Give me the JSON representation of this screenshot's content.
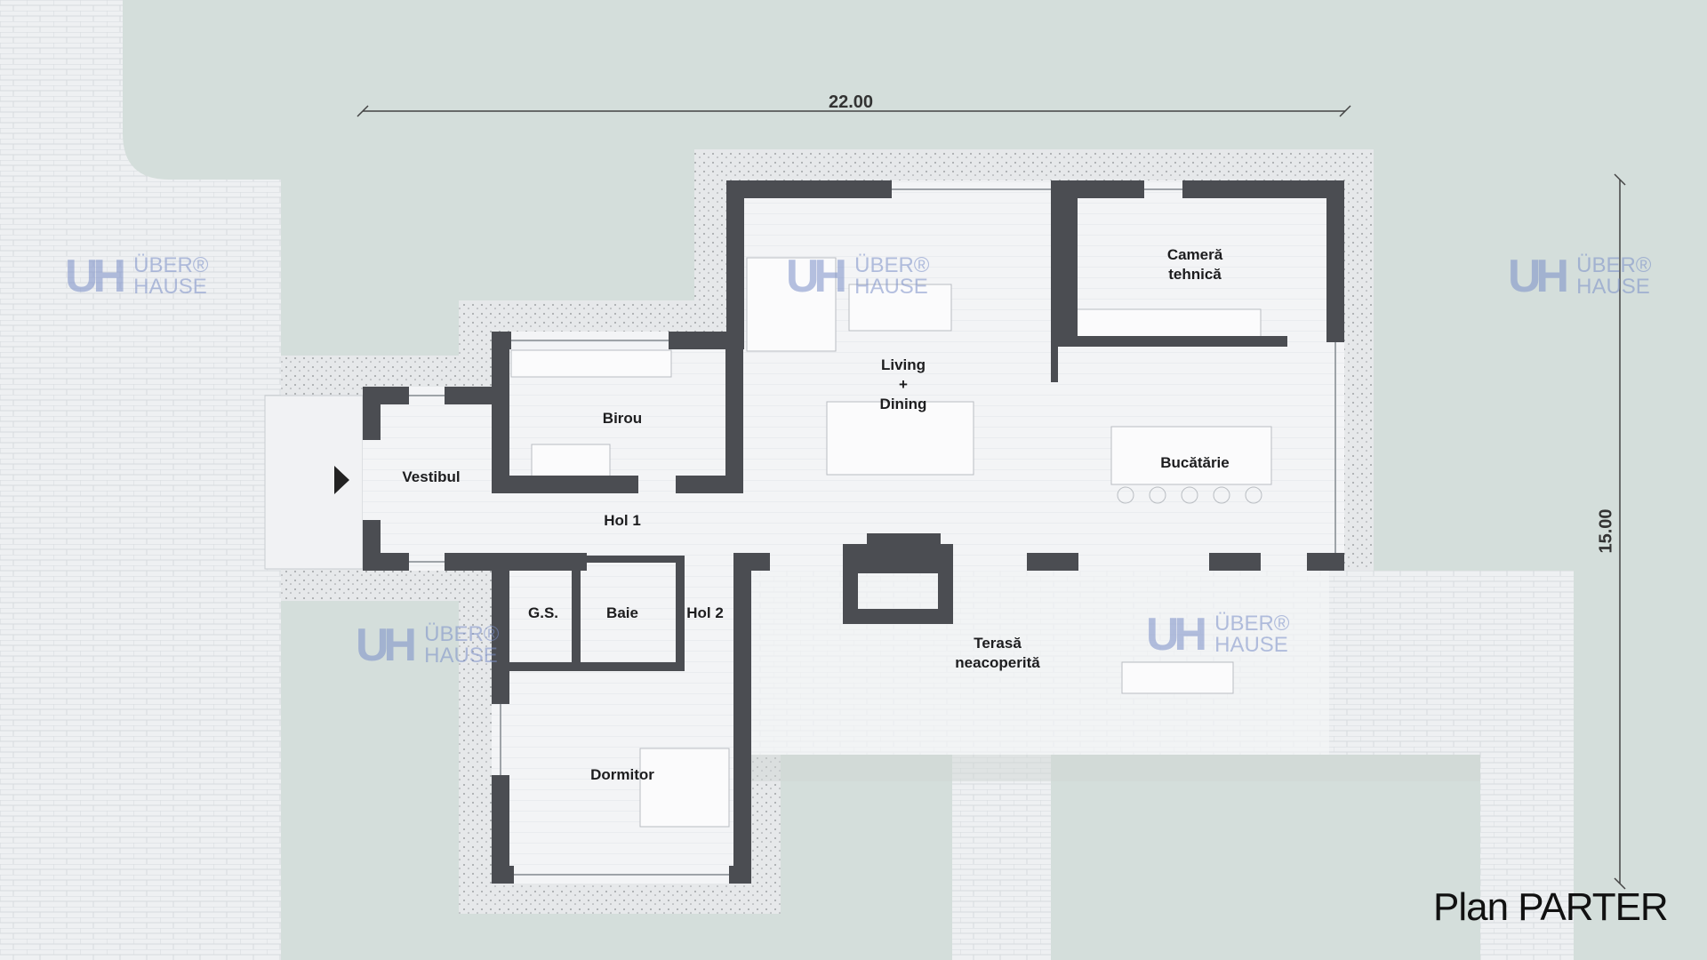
{
  "title": "Plan PARTER",
  "dimensions": {
    "width": "22.00",
    "depth": "15.00"
  },
  "rooms": {
    "vestibul": "Vestibul",
    "birou": "Birou",
    "hol1": "Hol 1",
    "living_line1": "Living",
    "living_plus": "+",
    "living_line2": "Dining",
    "camera_line1": "Cameră",
    "camera_line2": "tehnică",
    "bucatarie": "Bucătărie",
    "gs": "G.S.",
    "baie": "Baie",
    "hol2": "Hol 2",
    "terasa_line1": "Terasă",
    "terasa_line2": "neacoperită",
    "dormitor": "Dormitor"
  },
  "watermark": {
    "mark": "UH",
    "line1": "ÜBER®",
    "line2": "HAUSE"
  },
  "colors": {
    "grass": "#d4dedb",
    "paving": "#eef0f2",
    "wall": "#4b4d52",
    "floor": "#f3f4f6",
    "watermark": "#7b8fc8"
  }
}
